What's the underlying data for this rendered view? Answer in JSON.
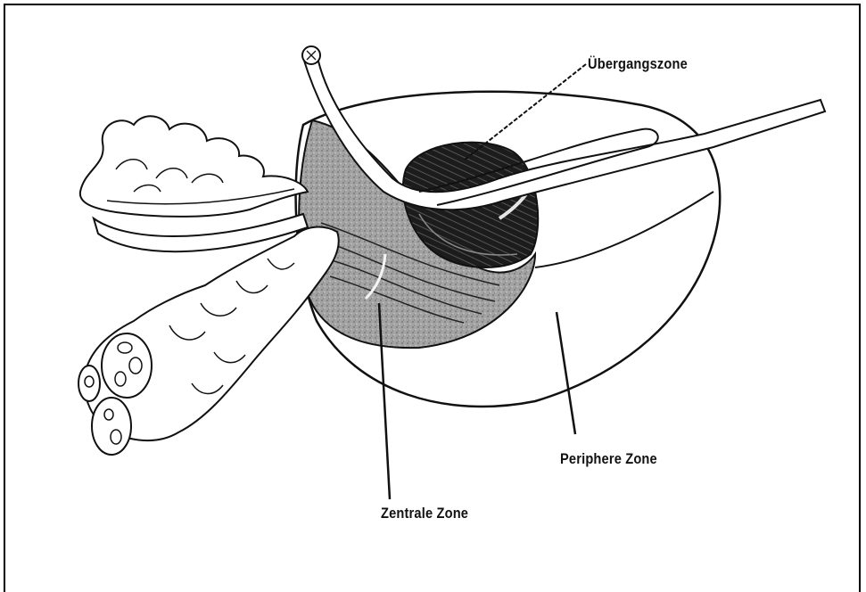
{
  "labels": {
    "transition_zone": "Übergangszone",
    "central_zone": "Zentrale Zone",
    "peripheral_zone": "Periphere Zone"
  },
  "colors": {
    "background": "#ffffff",
    "line": "#111111",
    "central_zone_fill": "#9a9a9a",
    "transition_zone_fill": "#2a2a2a"
  }
}
